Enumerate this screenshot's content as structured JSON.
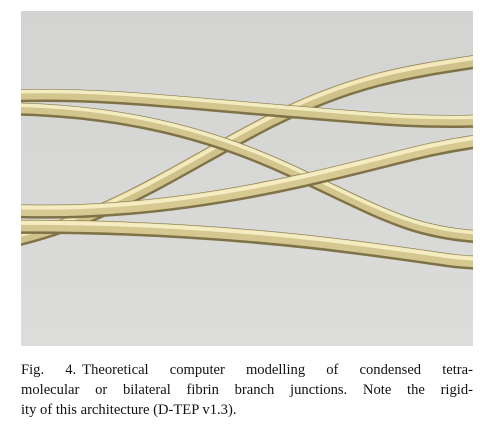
{
  "figure": {
    "label": "Fig. 4.",
    "caption_lines": [
      "Theoretical computer modelling of condensed tetra-",
      "molecular or bilateral fibrin branch junctions. Note the rigid-",
      "ity of this architecture (D-TEP v1.3)."
    ],
    "colors": {
      "background": "#d8d8d6",
      "fiber_highlight": "#fbf3c9",
      "fiber_mid": "#d9cc95",
      "fiber_shadow": "#85784b"
    },
    "fiber_count": 5
  }
}
